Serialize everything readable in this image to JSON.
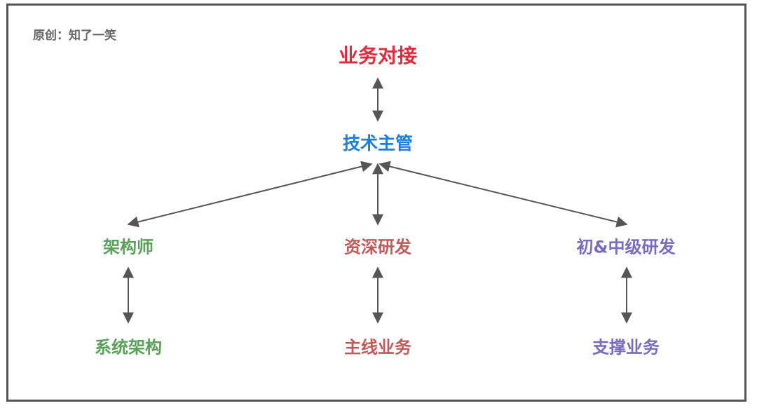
{
  "watermark": "原创：知了一笑",
  "nodes": {
    "business": {
      "label": "业务对接",
      "color": "#e02b3c"
    },
    "lead": {
      "label": "技术主管",
      "color": "#1a7fe0"
    },
    "architect": {
      "label": "架构师",
      "color": "#5aa05a"
    },
    "senior": {
      "label": "资深研发",
      "color": "#c05a5a"
    },
    "junior": {
      "label": "初&中级研发",
      "color": "#7b6bbf"
    },
    "system": {
      "label": "系统架构",
      "color": "#5aa05a"
    },
    "mainline": {
      "label": "主线业务",
      "color": "#c05a5a"
    },
    "support": {
      "label": "支撑业务",
      "color": "#7b6bbf"
    }
  },
  "edges": [
    {
      "from": "business",
      "to": "lead",
      "arrow": "both"
    },
    {
      "from": "lead",
      "to": "architect",
      "arrow": "both"
    },
    {
      "from": "lead",
      "to": "senior",
      "arrow": "both"
    },
    {
      "from": "lead",
      "to": "junior",
      "arrow": "both"
    },
    {
      "from": "architect",
      "to": "system",
      "arrow": "both"
    },
    {
      "from": "senior",
      "to": "mainline",
      "arrow": "both"
    },
    {
      "from": "junior",
      "to": "support",
      "arrow": "both"
    }
  ],
  "colors": {
    "arrow": "#555555",
    "border": "#555555",
    "watermark": "#666666"
  }
}
